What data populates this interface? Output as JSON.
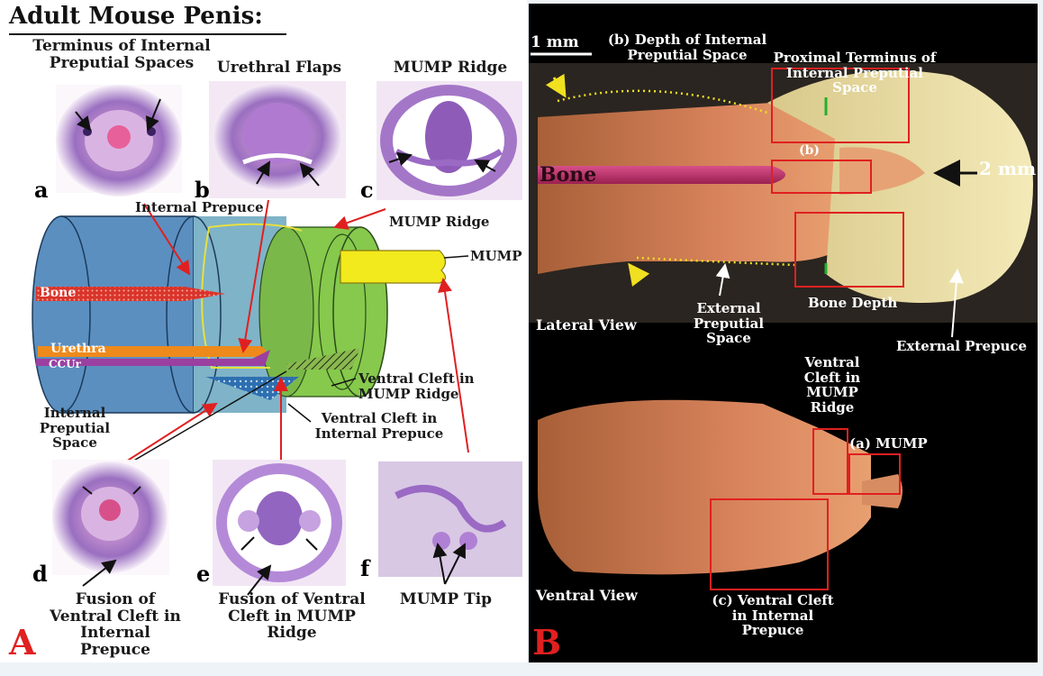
{
  "panel_a": {
    "title": "Adult Mouse Penis:",
    "panel_letter": "A",
    "sections": {
      "a": {
        "letter": "a",
        "caption": "Terminus of Internal Preputial Spaces"
      },
      "b": {
        "letter": "b",
        "caption": "Urethral Flaps"
      },
      "c": {
        "letter": "c",
        "caption": "MUMP Ridge"
      },
      "d": {
        "letter": "d",
        "caption": "Fusion of Ventral Cleft in Internal Prepuce"
      },
      "e": {
        "letter": "e",
        "caption": "Fusion of Ventral Cleft in MUMP Ridge"
      },
      "f": {
        "letter": "f",
        "caption": "MUMP Tip"
      }
    },
    "diagram_labels": {
      "internal_prepuce": "Internal Prepuce",
      "mump_ridge": "MUMP Ridge",
      "mump": "MUMP",
      "bone": "Bone",
      "urethra": "Urethra",
      "ccur": "CCUr",
      "internal_preputial_space": "Internal Preputial Space",
      "ventral_cleft_mump_ridge": "Ventral Cleft in MUMP Ridge",
      "ventral_cleft_internal_prepuce": "Ventral Cleft in Internal Prepuce"
    },
    "colors": {
      "outer_cylinder": "#5b8fc0",
      "internal_prepuce": "#7fb3c8",
      "mump_ridge": "#86c94c",
      "mump": "#f2ea1c",
      "bone": "#d9342b",
      "urethra": "#ee8a1c",
      "ccur": "#9b3fa0",
      "arrows": "#e02020"
    }
  },
  "panel_b": {
    "panel_letter": "B",
    "scale_bar": "1 mm",
    "lateral": {
      "view_label": "Lateral View",
      "depth_internal_preputial_space": "(b) Depth of Internal Preputial Space",
      "proximal_terminus": "Proximal Terminus of Internal Preputial Space",
      "b_marker": "(b)",
      "two_mm": "2 mm",
      "bone": "Bone",
      "bone_depth": "Bone Depth",
      "external_preputial_space": "External Preputial Space",
      "external_prepuce": "External Prepuce"
    },
    "ventral": {
      "view_label": "Ventral View",
      "ventral_cleft_mump_ridge": "Ventral Cleft in MUMP Ridge",
      "a_mump": "(a) MUMP",
      "c_ventral_cleft": "(c) Ventral Cleft in Internal Prepuce"
    }
  }
}
